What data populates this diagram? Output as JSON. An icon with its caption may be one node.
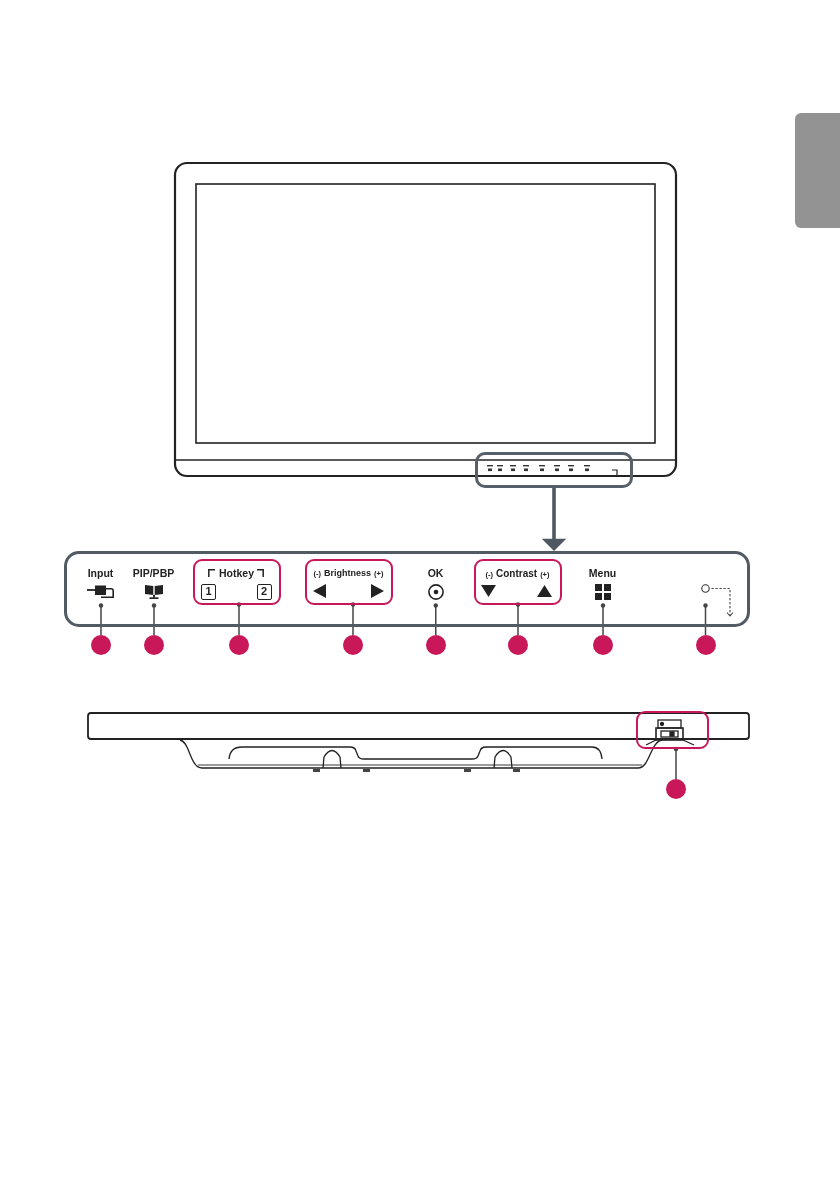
{
  "diagram": {
    "nodes": [
      {
        "text": [],
        "shape": "box"
      },
      {
        "text": [],
        "shape": "box"
      },
      {
        "text": [],
        "shape": "box"
      },
      {
        "text": [
          "Input"
        ],
        "in": 2
      },
      {
        "text": [
          "PIP/PBP"
        ],
        "in": 2
      },
      {
        "text": [
          "Hotkey",
          "1",
          "2"
        ],
        "in": 2
      },
      {
        "text": [
          "(-)",
          "Brightness",
          "(+)"
        ],
        "in": 2
      },
      {
        "text": [
          "OK"
        ],
        "in": 2
      },
      {
        "text": [
          "(-)",
          "Contrast",
          "(+)"
        ],
        "in": 2
      },
      {
        "text": [
          "Menu"
        ],
        "in": 2
      },
      {
        "text": [],
        "shape": "circle",
        "in": 2
      },
      {
        "text": [],
        "shape": "circle"
      },
      {
        "text": [],
        "shape": "circle"
      },
      {
        "text": [],
        "shape": "circle"
      },
      {
        "text": [],
        "shape": "circle"
      },
      {
        "text": [],
        "shape": "circle"
      },
      {
        "text": [],
        "shape": "circle"
      },
      {
        "text": [],
        "shape": "circle"
      },
      {
        "text": [],
        "shape": "circle"
      },
      {
        "text": [],
        "shape": "box"
      },
      {
        "text": [],
        "shape": "circle"
      }
    ],
    "edges": [
      {
        "from": 1,
        "to": 2,
        "arrow": "to",
        "style": "thick",
        "color": "#4f5862"
      },
      {
        "from": 3,
        "to": 11,
        "arrow": "other"
      },
      {
        "from": 4,
        "to": 12,
        "arrow": "other"
      },
      {
        "from": 5,
        "to": 13,
        "arrow": "other"
      },
      {
        "from": 6,
        "to": 14,
        "arrow": "other"
      },
      {
        "from": 7,
        "to": 15,
        "arrow": "other"
      },
      {
        "from": 8,
        "to": 16,
        "arrow": "other"
      },
      {
        "from": 9,
        "to": 17,
        "arrow": "other"
      },
      {
        "from": 10,
        "to": 18,
        "arrow": "other"
      },
      {
        "from": 10,
        "to": null,
        "arrow": "to",
        "style": "dashed"
      },
      {
        "from": 19,
        "to": 20,
        "arrow": "other"
      }
    ]
  }
}
